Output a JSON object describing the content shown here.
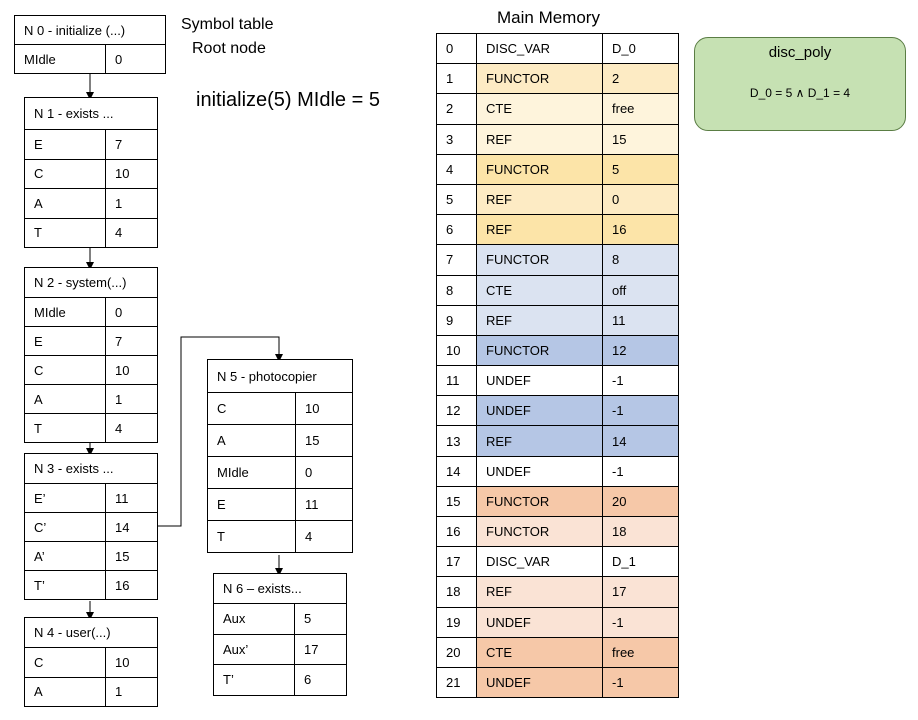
{
  "labels": {
    "symbol_table": "Symbol table",
    "root_node": "Root node",
    "equation": "initialize(5) MIdle = 5",
    "main_memory": "Main Memory"
  },
  "nodes": {
    "n0": {
      "title": "N 0 - initialize (...)",
      "rows": [
        [
          "MIdle",
          "0"
        ]
      ]
    },
    "n1": {
      "title": "N 1 - exists ...",
      "rows": [
        [
          "E",
          "7"
        ],
        [
          "C",
          "10"
        ],
        [
          "A",
          "1"
        ],
        [
          "T",
          "4"
        ]
      ]
    },
    "n2": {
      "title": "N 2 - system(...)",
      "rows": [
        [
          "MIdle",
          "0"
        ],
        [
          "E",
          "7"
        ],
        [
          "C",
          "10"
        ],
        [
          "A",
          "1"
        ],
        [
          "T",
          "4"
        ]
      ]
    },
    "n3": {
      "title": "N 3 - exists ...",
      "rows": [
        [
          "E’",
          "11"
        ],
        [
          "C’",
          "14"
        ],
        [
          "A’",
          "15"
        ],
        [
          "T’",
          "16"
        ]
      ]
    },
    "n4": {
      "title": "N 4 - user(...)",
      "rows": [
        [
          "C",
          "10"
        ],
        [
          "A",
          "1"
        ]
      ]
    },
    "n5": {
      "title": "N 5 - photocopier",
      "rows": [
        [
          "C",
          "10"
        ],
        [
          "A",
          "15"
        ],
        [
          "MIdle",
          "0"
        ],
        [
          "E",
          "11"
        ],
        [
          "T",
          "4"
        ]
      ]
    },
    "n6": {
      "title": "N 6 – exists...",
      "rows": [
        [
          "Aux",
          "5"
        ],
        [
          "Aux’",
          "17"
        ],
        [
          "T’",
          "6"
        ]
      ]
    }
  },
  "memory": [
    {
      "addr": "0",
      "tag": "DISC_VAR",
      "val": "D_0",
      "color": "#ffffff"
    },
    {
      "addr": "1",
      "tag": "FUNCTOR",
      "val": "2",
      "color": "#fdebc4"
    },
    {
      "addr": "2",
      "tag": "CTE",
      "val": "free",
      "color": "#fef4dc"
    },
    {
      "addr": "3",
      "tag": "REF",
      "val": "15",
      "color": "#fef4dc"
    },
    {
      "addr": "4",
      "tag": "FUNCTOR",
      "val": "5",
      "color": "#fce4a8"
    },
    {
      "addr": "5",
      "tag": "REF",
      "val": "0",
      "color": "#fdebc4"
    },
    {
      "addr": "6",
      "tag": "REF",
      "val": "16",
      "color": "#fce4a8"
    },
    {
      "addr": "7",
      "tag": "FUNCTOR",
      "val": "8",
      "color": "#dbe3f1"
    },
    {
      "addr": "8",
      "tag": "CTE",
      "val": "off",
      "color": "#dbe3f1"
    },
    {
      "addr": "9",
      "tag": "REF",
      "val": "11",
      "color": "#dbe3f1"
    },
    {
      "addr": "10",
      "tag": "FUNCTOR",
      "val": "12",
      "color": "#b5c6e5"
    },
    {
      "addr": "11",
      "tag": "UNDEF",
      "val": "-1",
      "color": "#ffffff"
    },
    {
      "addr": "12",
      "tag": "UNDEF",
      "val": "-1",
      "color": "#b5c6e5"
    },
    {
      "addr": "13",
      "tag": "REF",
      "val": "14",
      "color": "#b5c6e5"
    },
    {
      "addr": "14",
      "tag": "UNDEF",
      "val": "-1",
      "color": "#ffffff"
    },
    {
      "addr": "15",
      "tag": "FUNCTOR",
      "val": "20",
      "color": "#f6c8a8"
    },
    {
      "addr": "16",
      "tag": "FUNCTOR",
      "val": "18",
      "color": "#fae3d5"
    },
    {
      "addr": "17",
      "tag": "DISC_VAR",
      "val": "D_1",
      "color": "#ffffff"
    },
    {
      "addr": "18",
      "tag": "REF",
      "val": "17",
      "color": "#fae3d5"
    },
    {
      "addr": "19",
      "tag": "UNDEF",
      "val": "-1",
      "color": "#fae3d5"
    },
    {
      "addr": "20",
      "tag": "CTE",
      "val": "free",
      "color": "#f6c8a8"
    },
    {
      "addr": "21",
      "tag": "UNDEF",
      "val": "-1",
      "color": "#f6c8a8"
    }
  ],
  "disc_poly": {
    "title": "disc_poly",
    "formula": "D_0 = 5 ∧ D_1 = 4"
  }
}
